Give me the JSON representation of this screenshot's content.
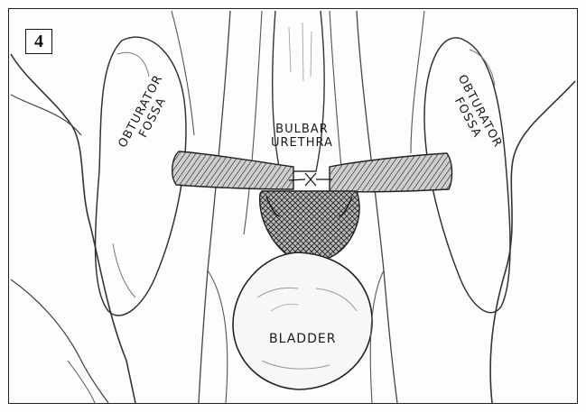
{
  "figure": {
    "panel_number": "4",
    "labels": {
      "obturator_left_line1": "OBTURATOR",
      "obturator_left_line2": "FOSSA",
      "obturator_right_line1": "OBTURATOR",
      "obturator_right_line2": "FOSSA",
      "urethra_line1": "BULBAR",
      "urethra_line2": "URETHRA",
      "bladder": "BLADDER"
    }
  }
}
